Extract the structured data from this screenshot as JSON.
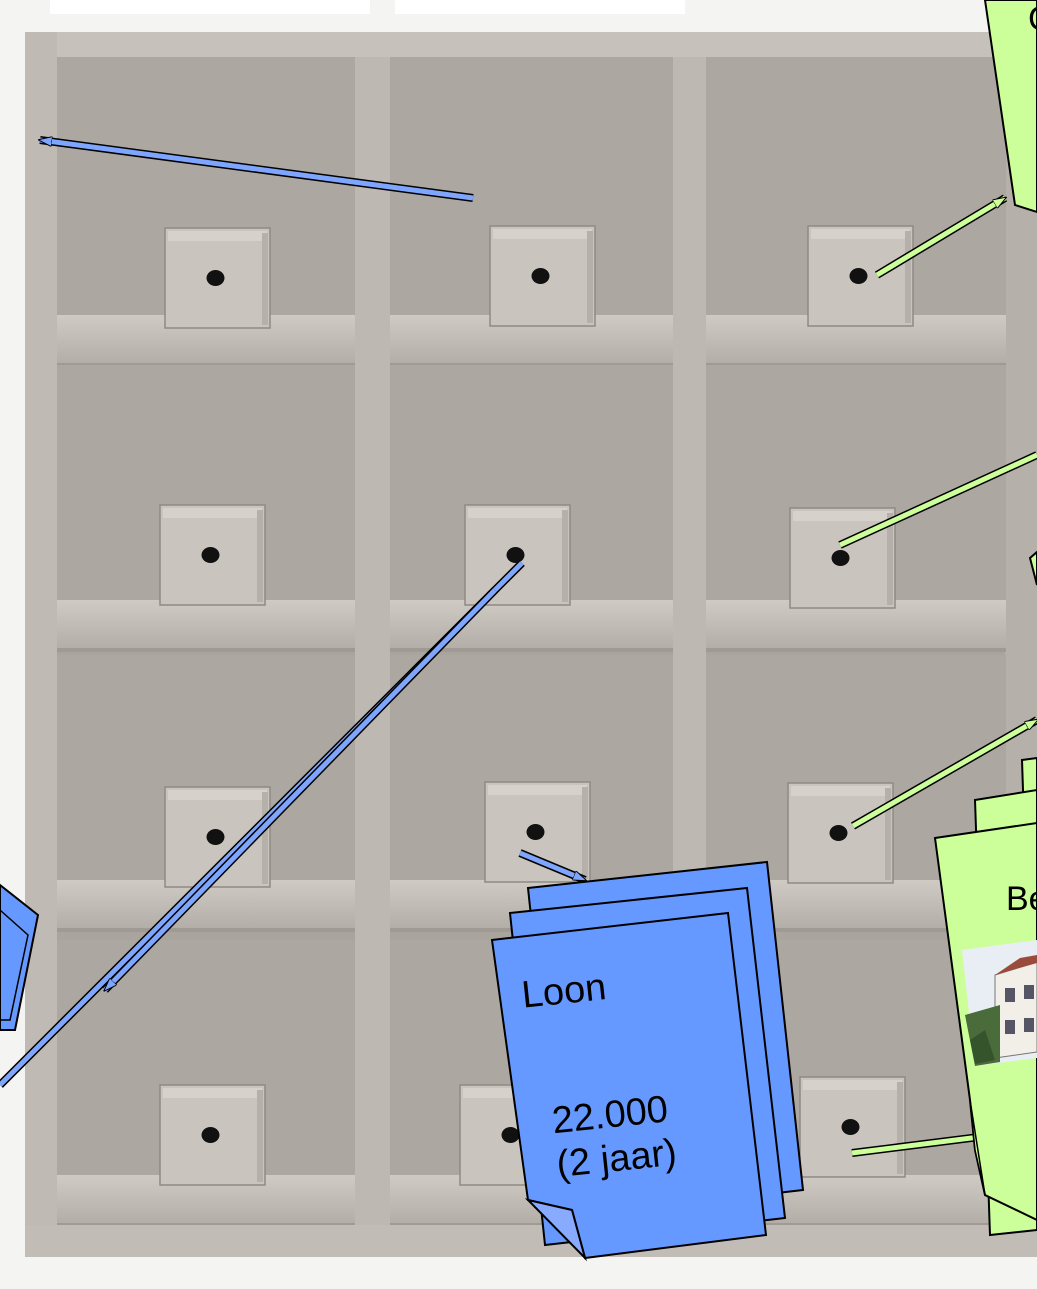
{
  "colors": {
    "wall": "#f7f7f5",
    "cabinet_frame": "#b8b3ad",
    "cabinet_inner": "#aaa59f",
    "shelf": "#c2bdb7",
    "drawer": "#cbc6bf",
    "keyhole": "#111111",
    "blue_note": "#6699ff",
    "blue_arrow": "#7fa6ff",
    "green_note": "#ccff99",
    "green_arrow": "#ccff99",
    "outline": "#000000"
  },
  "notes": {
    "blue_main": {
      "title": "Loon",
      "amount": "22.000",
      "duration": "(2 jaar)"
    },
    "green_right_fragment": "Be",
    "green_top_fragment": "C"
  },
  "grid": {
    "columns": 3,
    "rows": 4,
    "drawers": [
      {
        "row": 1,
        "col": 1
      },
      {
        "row": 1,
        "col": 2
      },
      {
        "row": 1,
        "col": 3
      },
      {
        "row": 2,
        "col": 1
      },
      {
        "row": 2,
        "col": 2
      },
      {
        "row": 2,
        "col": 3
      },
      {
        "row": 3,
        "col": 1
      },
      {
        "row": 3,
        "col": 2
      },
      {
        "row": 3,
        "col": 3
      },
      {
        "row": 4,
        "col": 1
      },
      {
        "row": 4,
        "col": 2
      },
      {
        "row": 4,
        "col": 3
      }
    ]
  }
}
